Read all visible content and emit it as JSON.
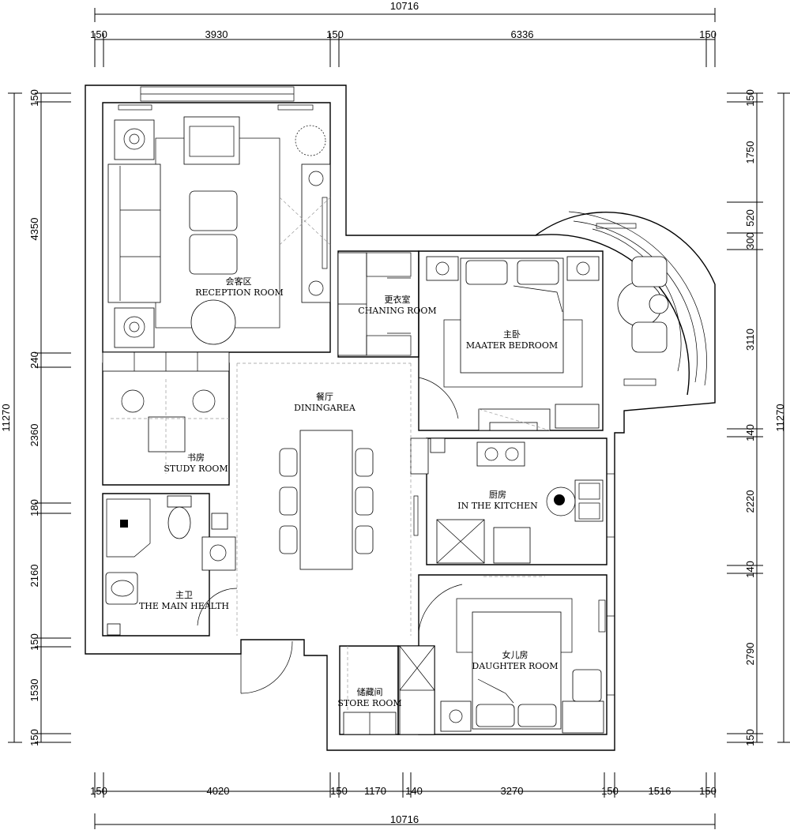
{
  "dimensions": {
    "top_total": "10716",
    "top_segments": [
      "150",
      "3930",
      "150",
      "6336",
      "150"
    ],
    "bottom_total": "10716",
    "bottom_segments": [
      "150",
      "4020",
      "150",
      "1170",
      "140",
      "3270",
      "150",
      "1516",
      "150"
    ],
    "left_total": "11270",
    "left_segments": [
      "150",
      "4350",
      "240",
      "2360",
      "180",
      "2160",
      "150",
      "1530",
      "150"
    ],
    "right_total": "11270",
    "right_segments": [
      "150",
      "1750",
      "520",
      "300",
      "3110",
      "140",
      "2220",
      "140",
      "2790",
      "150"
    ]
  },
  "rooms": {
    "reception": {
      "cn": "会客区",
      "en": "RECEPTION ROOM"
    },
    "changing": {
      "cn": "更衣室",
      "en": "CHANING ROOM"
    },
    "master": {
      "cn": "主卧",
      "en": "MAATER BEDROOM"
    },
    "dining": {
      "cn": "餐厅",
      "en": "DININGAREA"
    },
    "study": {
      "cn": "书房",
      "en": "STUDY ROOM"
    },
    "kitchen": {
      "cn": "厨房",
      "en": "IN THE KITCHEN"
    },
    "bath": {
      "cn": "主卫",
      "en": "THE MAIN HEALTH"
    },
    "daughter": {
      "cn": "女儿房",
      "en": "DAUGHTER ROOM"
    },
    "store": {
      "cn": "储藏间",
      "en": "STORE ROOM"
    }
  }
}
